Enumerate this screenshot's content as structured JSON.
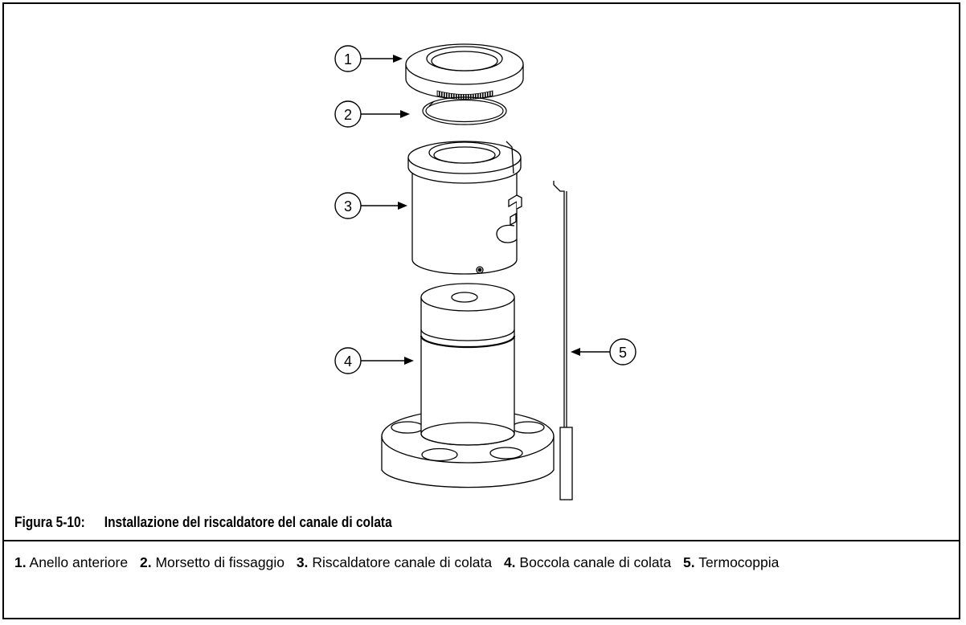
{
  "figure": {
    "number": "Figura 5-10:",
    "title": "Installazione del riscaldatore del canale di colata"
  },
  "callouts": [
    "1",
    "2",
    "3",
    "4",
    "5"
  ],
  "legend": [
    {
      "num": "1.",
      "label": "Anello anteriore"
    },
    {
      "num": "2.",
      "label": "Morsetto di fissaggio"
    },
    {
      "num": "3.",
      "label": "Riscaldatore canale di colata"
    },
    {
      "num": "4.",
      "label": "Boccola canale di colata"
    },
    {
      "num": "5.",
      "label": "Termocoppia"
    }
  ]
}
